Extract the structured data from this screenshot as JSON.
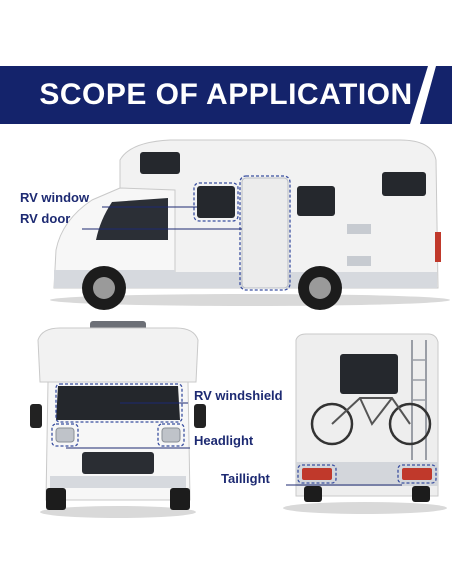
{
  "banner": {
    "title": "SCOPE OF APPLICATION",
    "color": "#14236b"
  },
  "labels": {
    "rv_window": "RV window",
    "rv_door": "RV door",
    "rv_windshield": "RV windshield",
    "headlight": "Headlight",
    "taillight": "Taillight"
  },
  "colors": {
    "label_text": "#1d2a72",
    "dashed_outline": "#3a4fa0"
  }
}
